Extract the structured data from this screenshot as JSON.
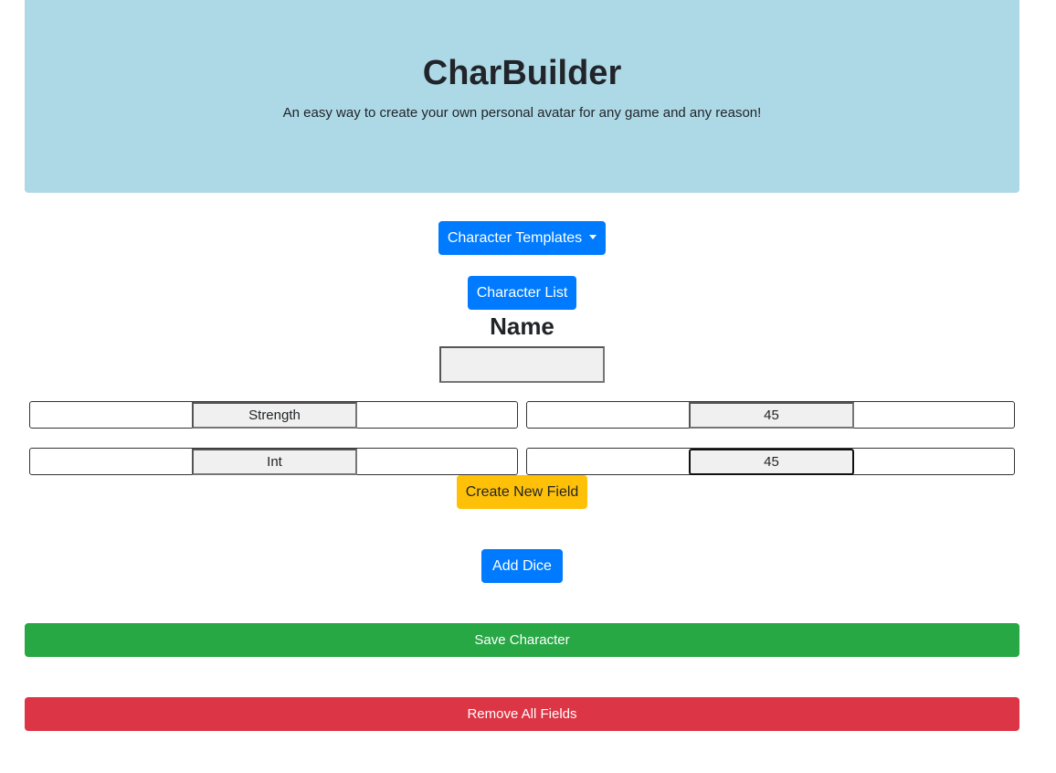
{
  "header": {
    "title": "CharBuilder",
    "subtitle": "An easy way to create your own personal avatar for any game and any reason!"
  },
  "buttons": {
    "templates_label": "Character Templates",
    "list_label": "Character List",
    "create_field_label": "Create New Field",
    "add_dice_label": "Add Dice",
    "save_label": "Save Character",
    "remove_all_label": "Remove All Fields"
  },
  "name_section": {
    "heading": "Name",
    "value": ""
  },
  "fields": [
    {
      "label": "Strength",
      "value": "45"
    },
    {
      "label": "Int",
      "value": "45"
    }
  ],
  "colors": {
    "hero_bg": "#add8e6",
    "primary": "#007bff",
    "warning": "#ffc107",
    "success": "#28a745",
    "danger": "#dc3545"
  }
}
